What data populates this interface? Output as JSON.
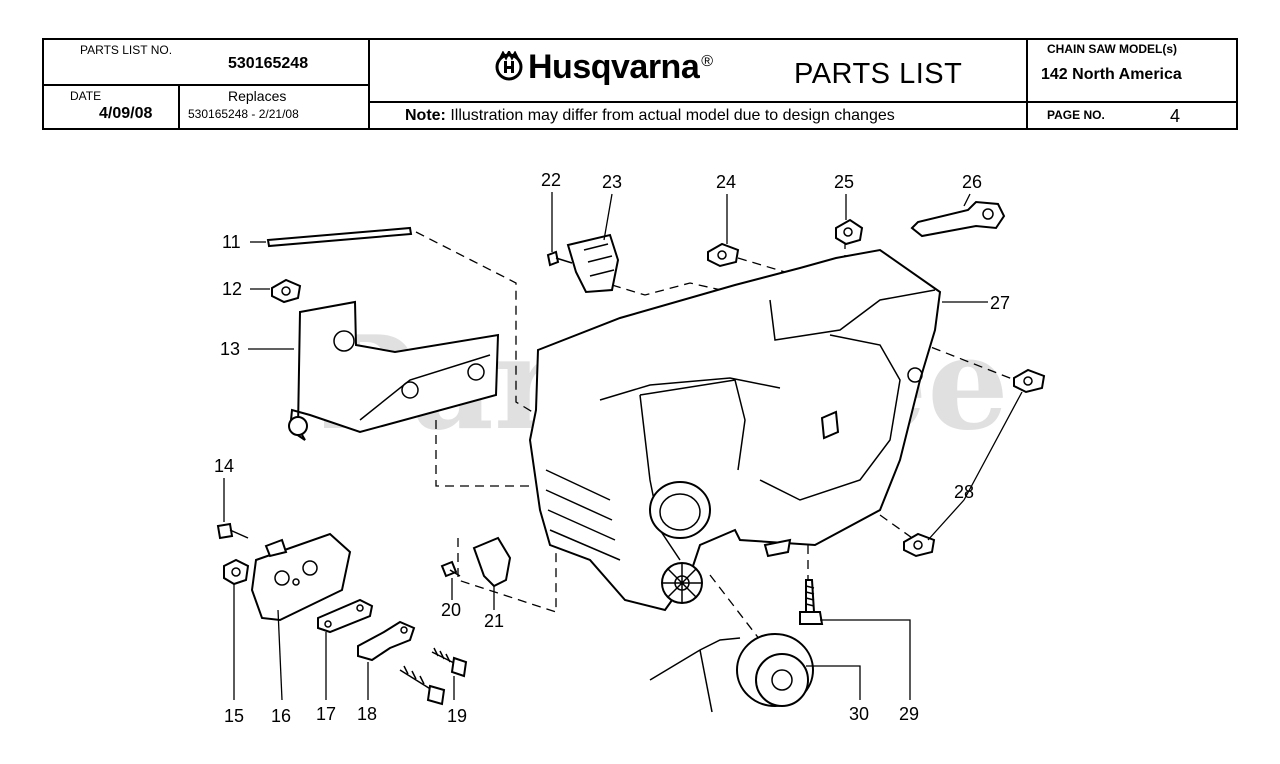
{
  "header": {
    "parts_list_no_label": "PARTS LIST NO.",
    "parts_list_no": "530165248",
    "date_label": "DATE",
    "date": "4/09/08",
    "replaces_label": "Replaces",
    "replaces": "530165248 - 2/21/08",
    "brand": "Husqvarna",
    "brand_mark": "®",
    "title": "PARTS LIST",
    "note_label": "Note:",
    "note_text": "Illustration may differ from actual model due to design changes",
    "model_label": "CHAIN SAW MODEL(s)",
    "model": "142 North America",
    "page_label": "PAGE  NO.",
    "page_number": "4"
  },
  "watermark": "PartsTree",
  "callouts": [
    "11",
    "12",
    "13",
    "14",
    "15",
    "16",
    "17",
    "18",
    "19",
    "20",
    "21",
    "22",
    "23",
    "24",
    "25",
    "26",
    "27",
    "28",
    "29",
    "30"
  ]
}
